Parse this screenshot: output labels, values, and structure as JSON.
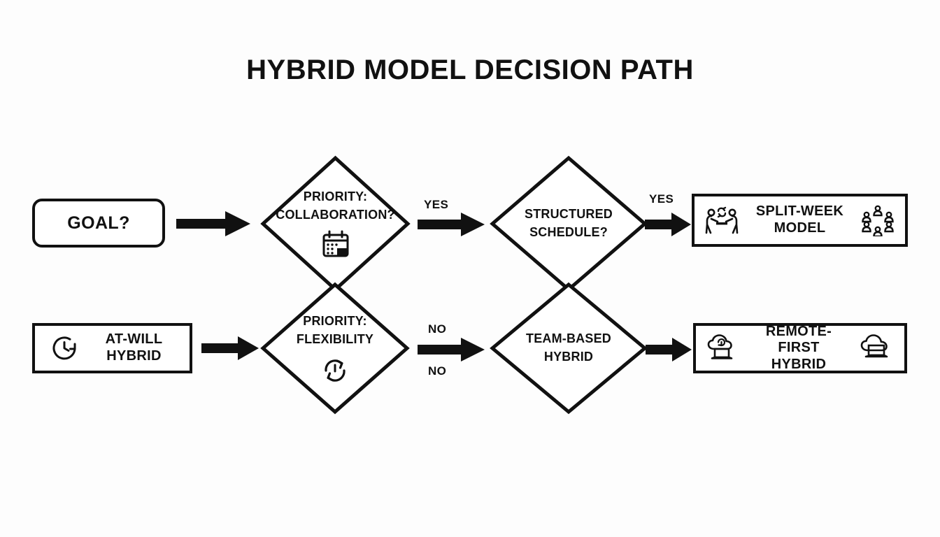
{
  "diagram": {
    "title": "HYBRID MODEL DECISION PATH",
    "type": "flowchart",
    "background_color": "#fdfdfd",
    "stroke_color": "#111111",
    "nodes": [
      {
        "id": "goal",
        "shape": "rounded-rectangle",
        "label": "GOAL?",
        "icons": [],
        "row": 1
      },
      {
        "id": "priority-collaboration",
        "shape": "diamond",
        "label_line1": "PRIORITY:",
        "label_line2": "COLLABORATION?",
        "icons": [
          "calendar-icon"
        ],
        "row": 1
      },
      {
        "id": "structured-schedule",
        "shape": "diamond",
        "label_line1": "STRUCTURED",
        "label_line2": "SCHEDULE?",
        "icons": [],
        "row": 1
      },
      {
        "id": "split-week-model",
        "shape": "rectangle",
        "label_line1": "SPLIT-WEEK",
        "label_line2": "MODEL",
        "icons": [
          "people-exchange-icon",
          "people-group-icon"
        ],
        "row": 1
      },
      {
        "id": "at-will-hybrid",
        "shape": "rectangle",
        "label_line1": "AT-WILL",
        "label_line2": "HYBRID",
        "icons": [
          "clock-refresh-icon"
        ],
        "row": 2
      },
      {
        "id": "priority-flexibility",
        "shape": "diamond",
        "label_line1": "PRIORITY:",
        "label_line2": "FLEXIBILITY",
        "icons": [
          "refresh-clock-icon"
        ],
        "row": 2
      },
      {
        "id": "team-based-hybrid",
        "shape": "diamond",
        "label_line1": "TEAM-BASED",
        "label_line2": "HYBRID",
        "icons": [],
        "row": 2
      },
      {
        "id": "remote-first-hybrid",
        "shape": "rectangle",
        "label_line1": "REMOTE-FIRST",
        "label_line2": "HYBRID",
        "icons": [
          "cloud-laptop-icon",
          "cloud-laptop-icon"
        ],
        "row": 2
      }
    ],
    "edges": [
      {
        "id": "goal-to-collab",
        "from": "goal",
        "to": "priority-collaboration",
        "label": ""
      },
      {
        "id": "collab-to-structured",
        "from": "priority-collaboration",
        "to": "structured-schedule",
        "label": "YES"
      },
      {
        "id": "structured-to-splitweek",
        "from": "structured-schedule",
        "to": "split-week-model",
        "label": "YES"
      },
      {
        "id": "atwill-to-flexibility",
        "from": "at-will-hybrid",
        "to": "priority-flexibility",
        "label": ""
      },
      {
        "id": "flexibility-to-team-above",
        "from": "priority-flexibility",
        "to": "team-based-hybrid",
        "label": "NO"
      },
      {
        "id": "flexibility-to-team-below",
        "from": "priority-flexibility",
        "to": "team-based-hybrid",
        "label": "NO"
      },
      {
        "id": "team-to-remote",
        "from": "team-based-hybrid",
        "to": "remote-first-hybrid",
        "label": ""
      }
    ]
  },
  "labels": {
    "title": "HYBRID MODEL DECISION PATH",
    "goal": "GOAL?",
    "priority_collab_l1": "PRIORITY:",
    "priority_collab_l2": "COLLABORATION?",
    "structured_l1": "STRUCTURED",
    "structured_l2": "SCHEDULE?",
    "splitweek_l1": "SPLIT-WEEK",
    "splitweek_l2": "MODEL",
    "atwill_l1": "AT-WILL",
    "atwill_l2": "HYBRID",
    "flexibility_l1": "PRIORITY:",
    "flexibility_l2": "FLEXIBILITY",
    "teambased_l1": "TEAM-BASED",
    "teambased_l2": "HYBRID",
    "remotefirst_l1": "REMOTE-FIRST",
    "remotefirst_l2": "HYBRID",
    "yes_1": "YES",
    "yes_2": "YES",
    "no_1": "NO",
    "no_2": "NO"
  }
}
